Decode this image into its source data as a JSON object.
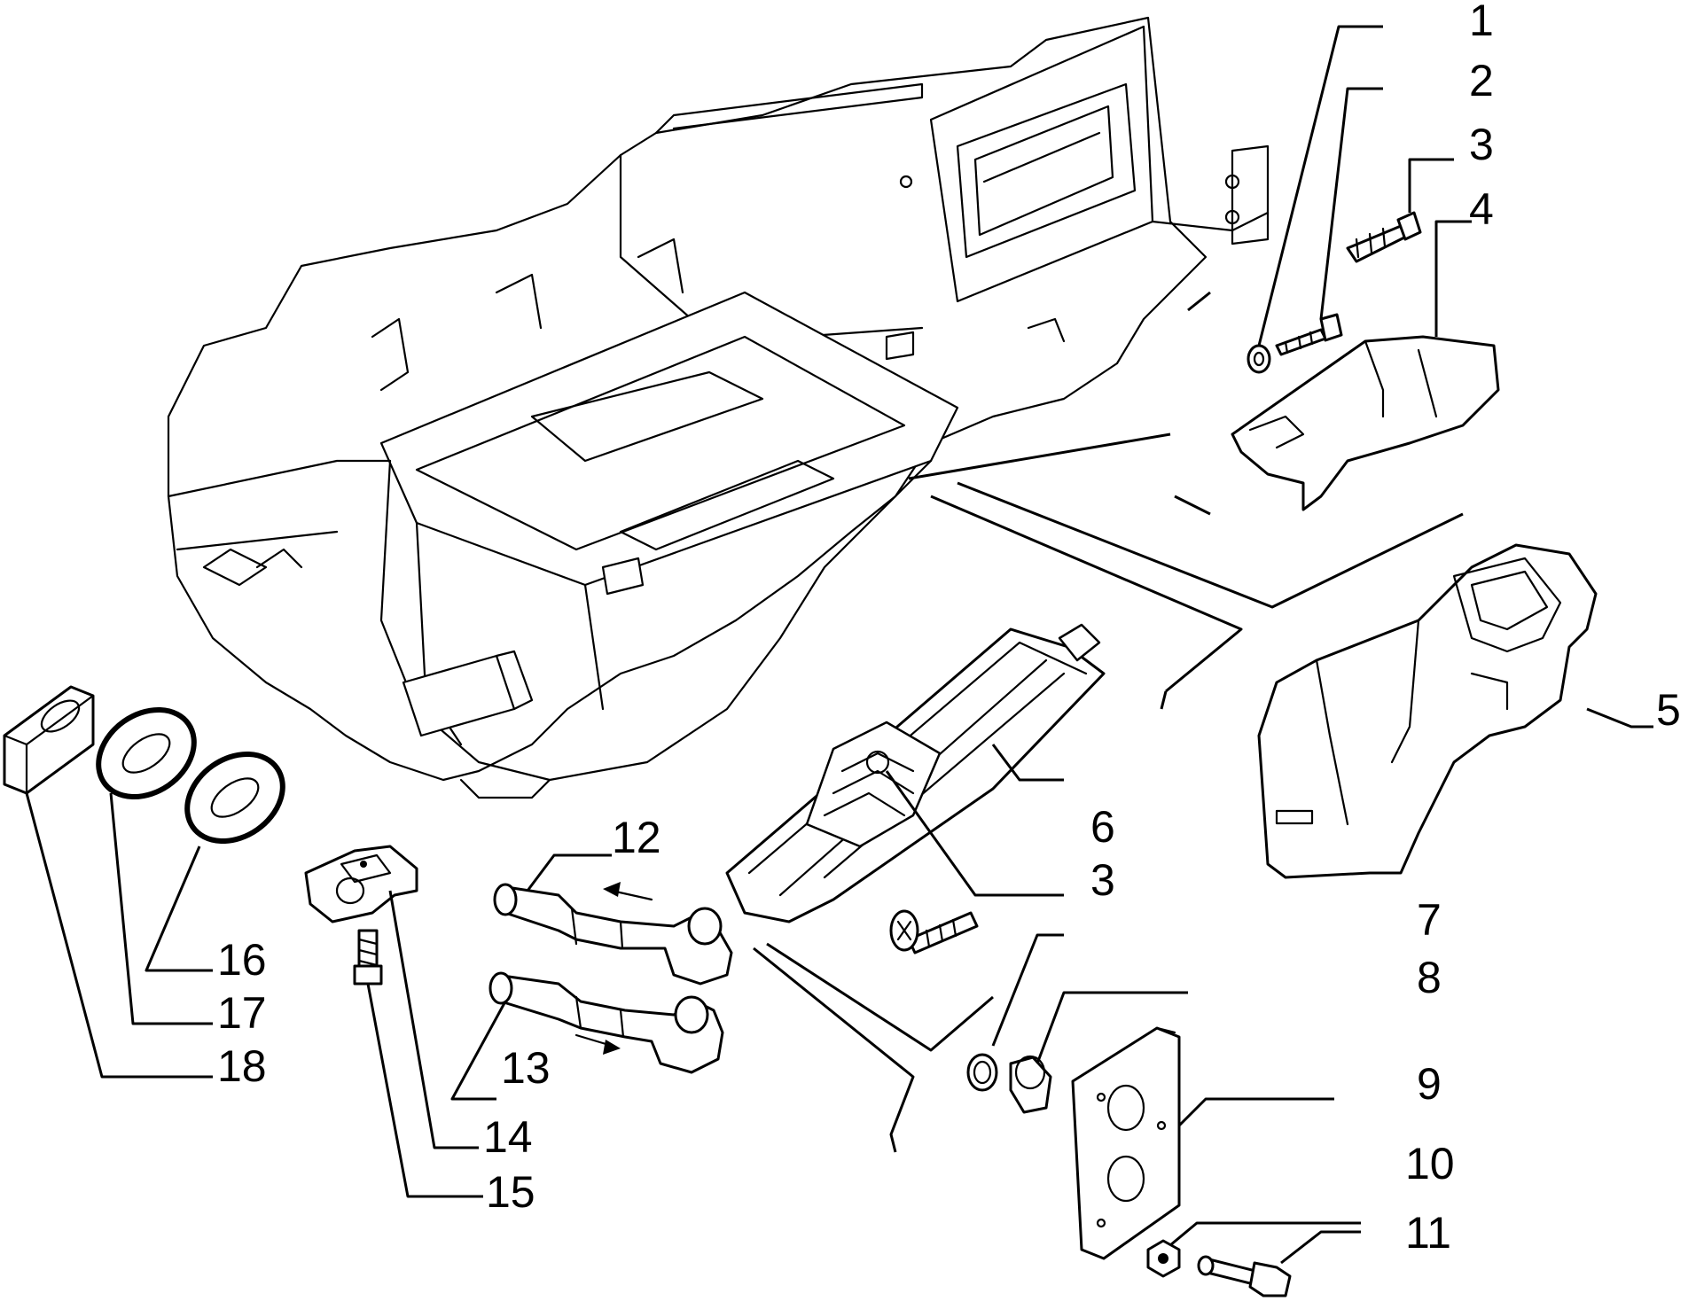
{
  "diagram": {
    "callouts": [
      {
        "id": "c1",
        "text": "1"
      },
      {
        "id": "c2",
        "text": "2"
      },
      {
        "id": "c3a",
        "text": "3"
      },
      {
        "id": "c4",
        "text": "4"
      },
      {
        "id": "c5",
        "text": "5"
      },
      {
        "id": "c6",
        "text": "6"
      },
      {
        "id": "c3b",
        "text": "3"
      },
      {
        "id": "c7",
        "text": "7"
      },
      {
        "id": "c8",
        "text": "8"
      },
      {
        "id": "c9",
        "text": "9"
      },
      {
        "id": "c10",
        "text": "10"
      },
      {
        "id": "c11",
        "text": "11"
      },
      {
        "id": "c12",
        "text": "12"
      },
      {
        "id": "c13",
        "text": "13"
      },
      {
        "id": "c14",
        "text": "14"
      },
      {
        "id": "c15",
        "text": "15"
      },
      {
        "id": "c16",
        "text": "16"
      },
      {
        "id": "c17",
        "text": "17"
      },
      {
        "id": "c18",
        "text": "18"
      }
    ]
  }
}
